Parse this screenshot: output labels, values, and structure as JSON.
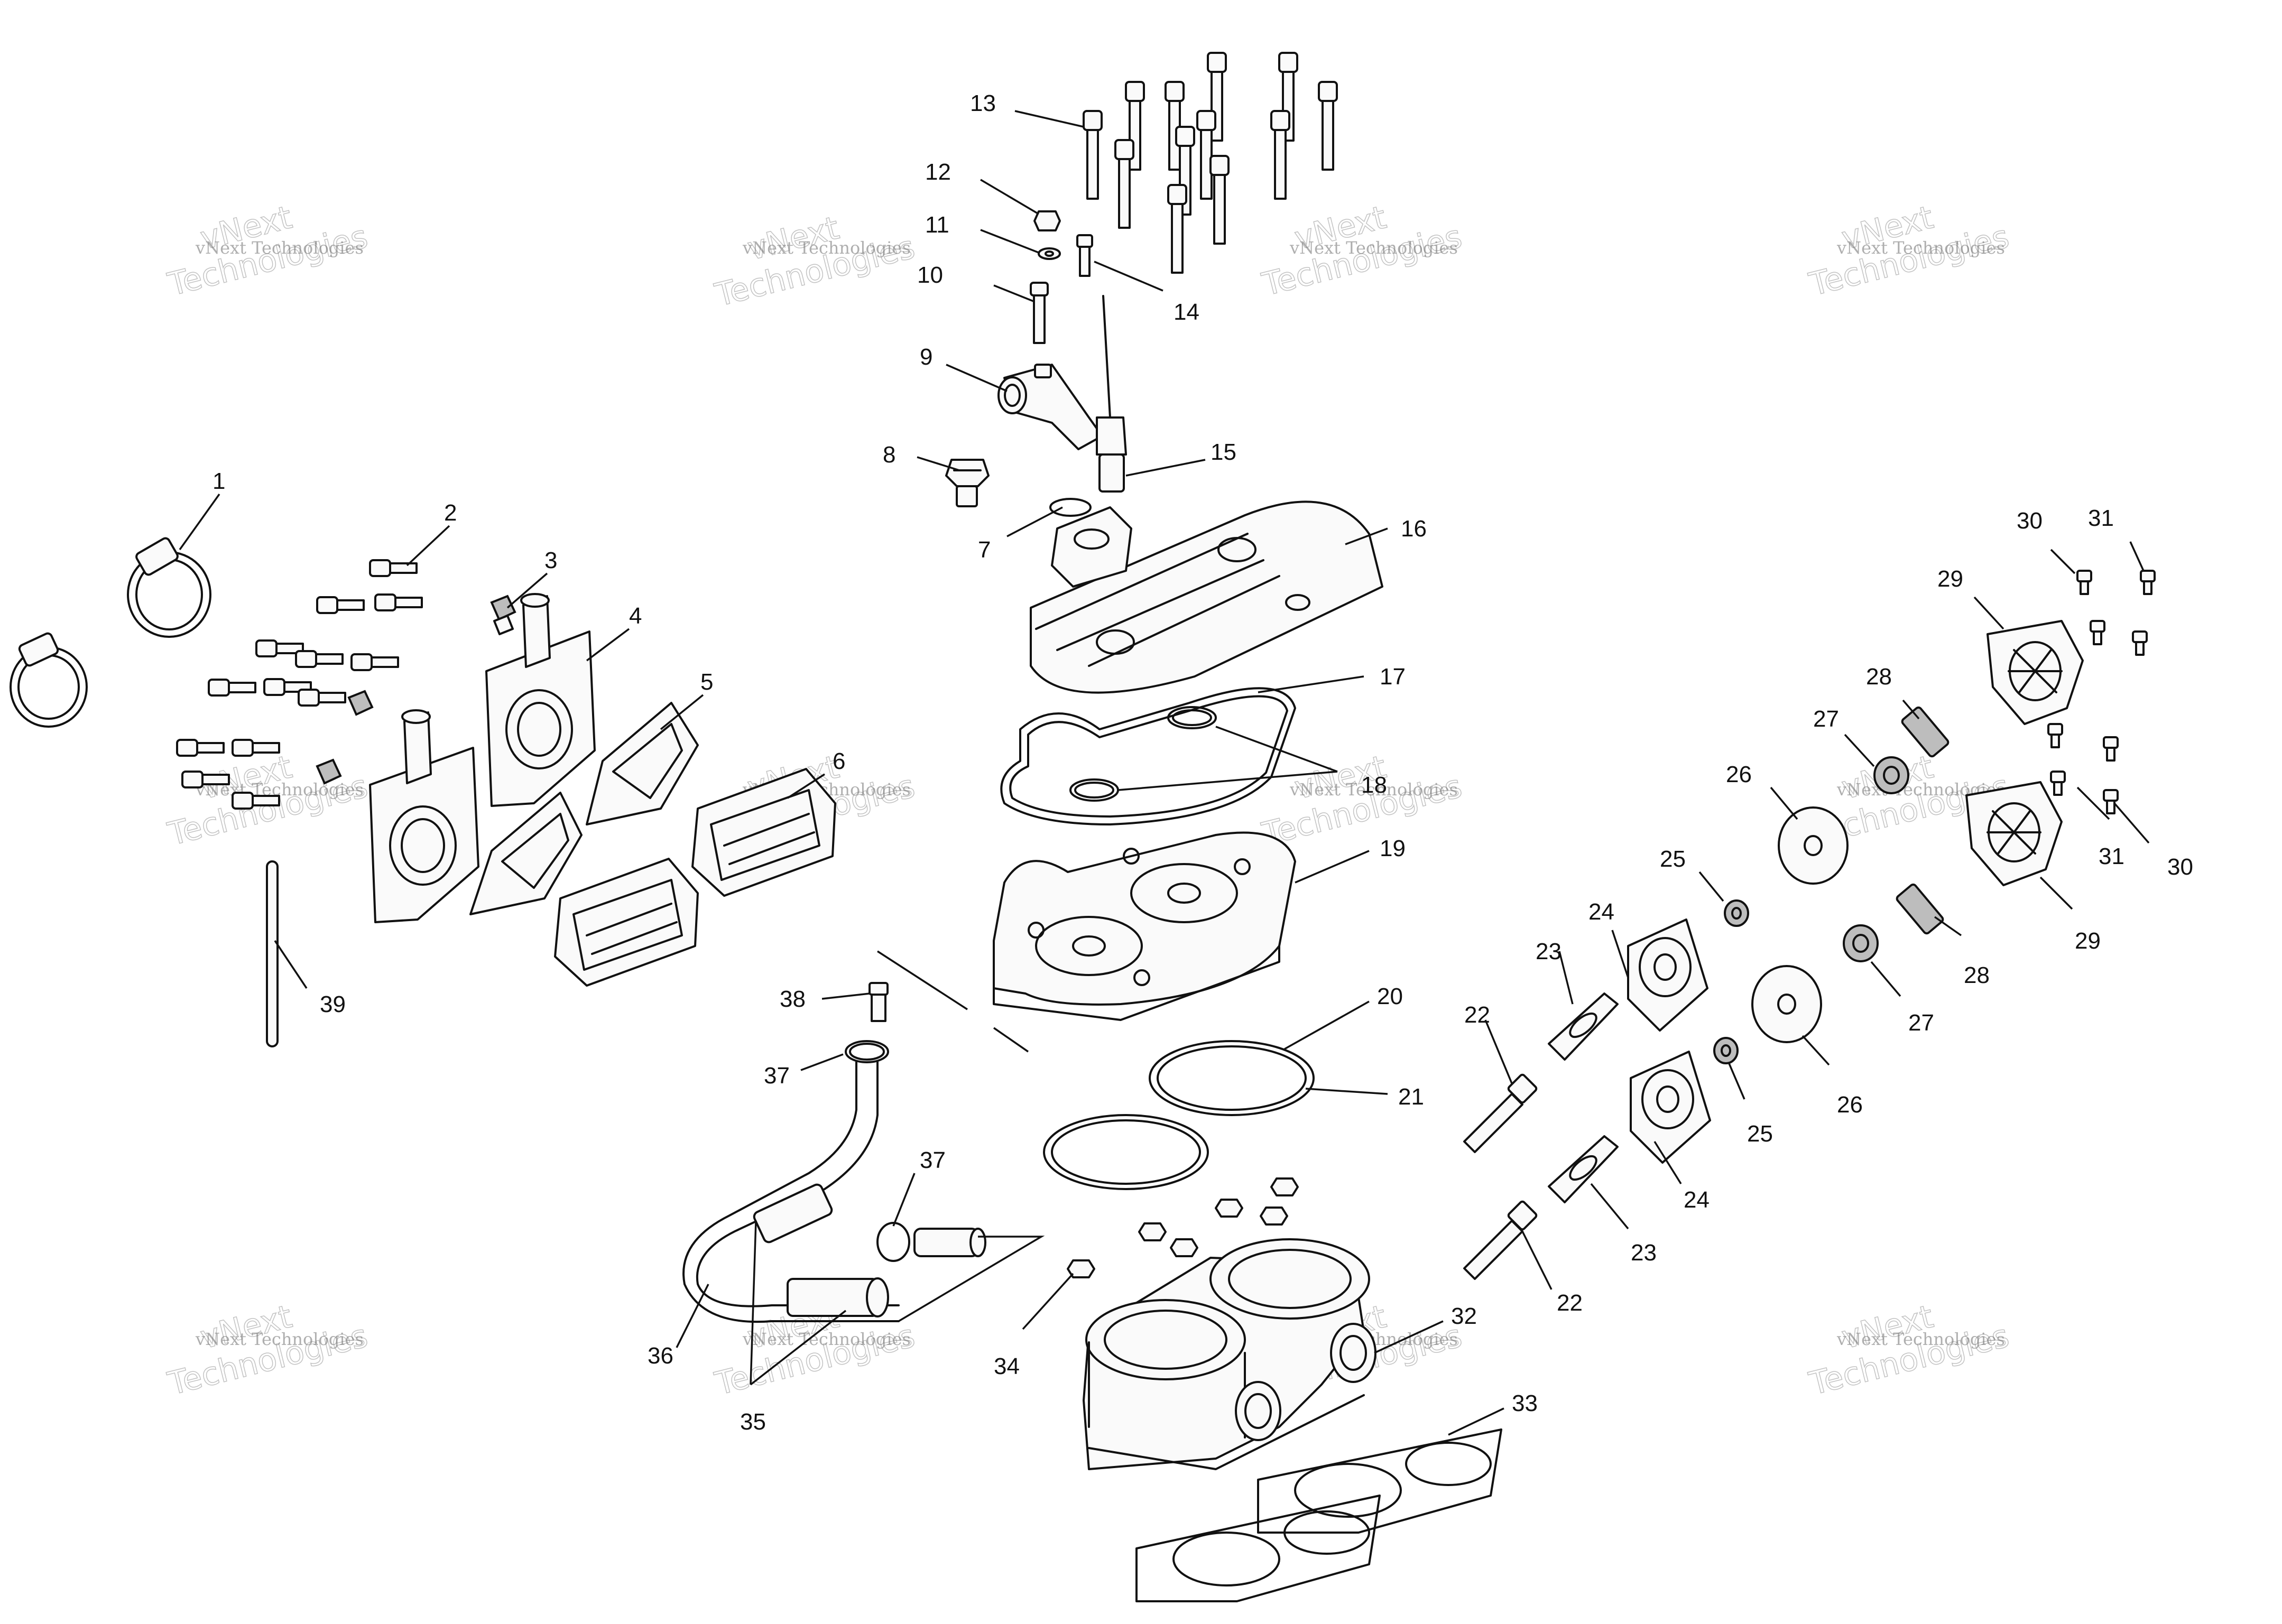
{
  "watermark": {
    "line1": "vNext",
    "line2": "Technologies",
    "small": "vNext Technologies"
  },
  "callouts": [
    {
      "label": "1"
    },
    {
      "label": "2"
    },
    {
      "label": "3"
    },
    {
      "label": "4"
    },
    {
      "label": "5"
    },
    {
      "label": "6"
    },
    {
      "label": "7"
    },
    {
      "label": "8"
    },
    {
      "label": "9"
    },
    {
      "label": "10"
    },
    {
      "label": "11"
    },
    {
      "label": "12"
    },
    {
      "label": "13"
    },
    {
      "label": "14"
    },
    {
      "label": "15"
    },
    {
      "label": "16"
    },
    {
      "label": "17"
    },
    {
      "label": "18"
    },
    {
      "label": "19"
    },
    {
      "label": "20"
    },
    {
      "label": "21"
    },
    {
      "label": "22"
    },
    {
      "label": "22"
    },
    {
      "label": "23"
    },
    {
      "label": "23"
    },
    {
      "label": "24"
    },
    {
      "label": "24"
    },
    {
      "label": "25"
    },
    {
      "label": "25"
    },
    {
      "label": "26"
    },
    {
      "label": "26"
    },
    {
      "label": "27"
    },
    {
      "label": "27"
    },
    {
      "label": "28"
    },
    {
      "label": "28"
    },
    {
      "label": "29"
    },
    {
      "label": "29"
    },
    {
      "label": "30"
    },
    {
      "label": "30"
    },
    {
      "label": "31"
    },
    {
      "label": "31"
    },
    {
      "label": "32"
    },
    {
      "label": "33"
    },
    {
      "label": "34"
    },
    {
      "label": "35"
    },
    {
      "label": "36"
    },
    {
      "label": "37"
    },
    {
      "label": "37"
    },
    {
      "label": "38"
    },
    {
      "label": "39"
    }
  ]
}
